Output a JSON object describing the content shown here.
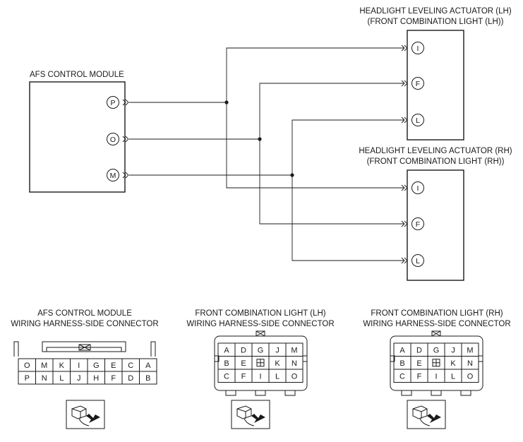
{
  "module": {
    "title": "AFS CONTROL MODULE",
    "pins": [
      "P",
      "O",
      "M"
    ]
  },
  "actuator_lh": {
    "title_line1": "HEADLIGHT LEVELING ACTUATOR (LH)",
    "title_line2": "(FRONT COMBINATION LIGHT (LH))",
    "pins": [
      "I",
      "F",
      "L"
    ]
  },
  "actuator_rh": {
    "title_line1": "HEADLIGHT LEVELING ACTUATOR (RH)",
    "title_line2": "(FRONT COMBINATION LIGHT (RH))",
    "pins": [
      "I",
      "F",
      "L"
    ]
  },
  "connectors": {
    "afs": {
      "title_line1": "AFS CONTROL MODULE",
      "title_line2": "WIRING HARNESS-SIDE CONNECTOR",
      "rows": [
        [
          "O",
          "M",
          "K",
          "I",
          "G",
          "E",
          "C",
          "A"
        ],
        [
          "P",
          "N",
          "L",
          "J",
          "H",
          "F",
          "D",
          "B"
        ]
      ]
    },
    "lh": {
      "title_line1": "FRONT COMBINATION LIGHT (LH)",
      "title_line2": "WIRING HARNESS-SIDE CONNECTOR",
      "rows": [
        [
          "A",
          "D",
          "G",
          "J",
          "M"
        ],
        [
          "B",
          "E",
          "",
          "K",
          "N"
        ],
        [
          "C",
          "F",
          "I",
          "L",
          "O"
        ]
      ]
    },
    "rh": {
      "title_line1": "FRONT COMBINATION LIGHT (RH)",
      "title_line2": "WIRING HARNESS-SIDE CONNECTOR",
      "rows": [
        [
          "A",
          "D",
          "G",
          "J",
          "M"
        ],
        [
          "B",
          "E",
          "",
          "K",
          "N"
        ],
        [
          "C",
          "F",
          "I",
          "L",
          "O"
        ]
      ]
    }
  }
}
